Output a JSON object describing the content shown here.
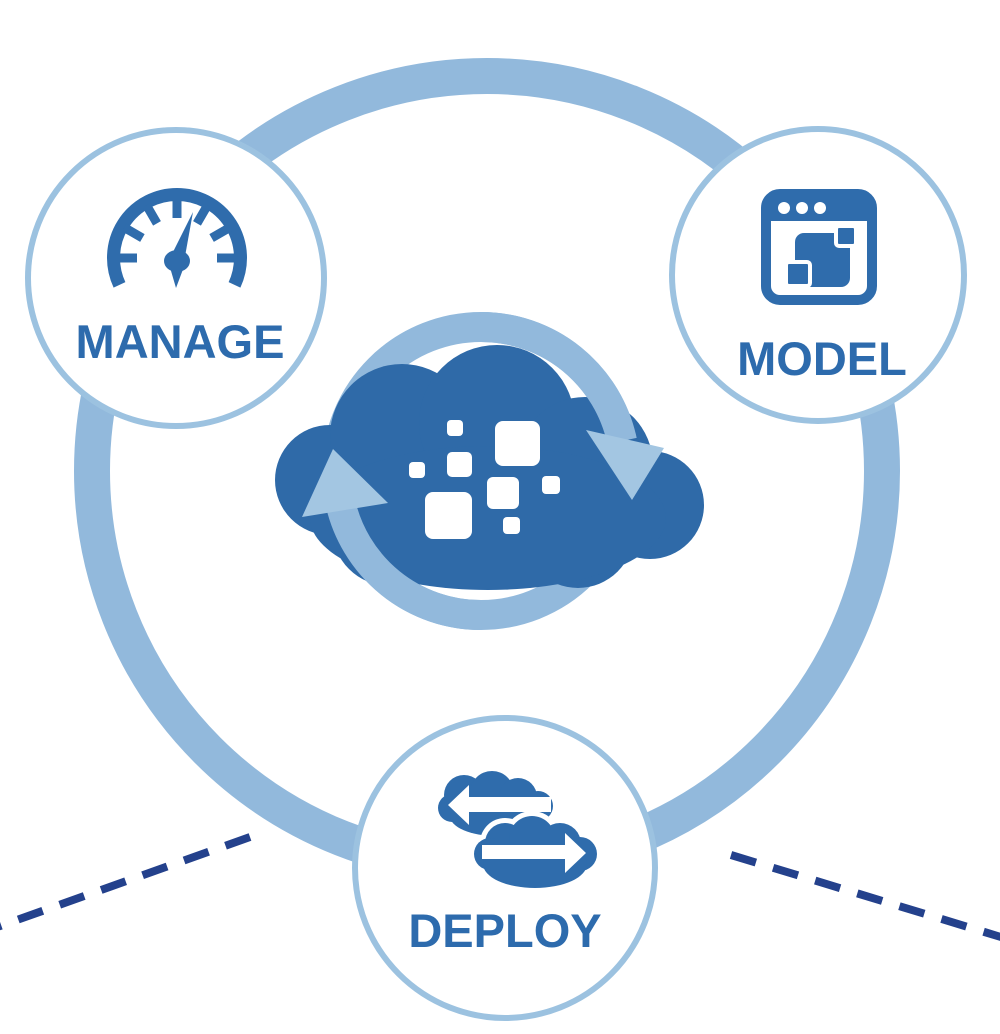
{
  "diagram": {
    "type": "cycle-diagram",
    "center": {
      "icon": "cloud-sync-icon",
      "description_icons": [
        "cloud-icon",
        "pixel-squares-icon",
        "clockwise-cycle-arrows-icon"
      ]
    },
    "nodes": {
      "manage": {
        "label": "MANAGE",
        "icon": "gauge-icon"
      },
      "model": {
        "label": "MODEL",
        "icon": "app-window-icon"
      },
      "deploy": {
        "label": "DEPLOY",
        "icon": "cloud-exchange-icon"
      }
    },
    "connectors": {
      "outer_ring": "circle",
      "dashed_lines": [
        "bottom-left",
        "bottom-right"
      ]
    },
    "colors": {
      "ring_light_blue": "#92B9DC",
      "node_border_blue": "#9CC2E0",
      "icon_blue": "#2F6CAC",
      "cloud_blue": "#2F6AA8",
      "cycle_arrow_light_blue": "#A3C6E2",
      "dashed_line_navy": "#24418C",
      "label_blue": "#2D6BAD",
      "background": "#FFFFFF"
    }
  }
}
